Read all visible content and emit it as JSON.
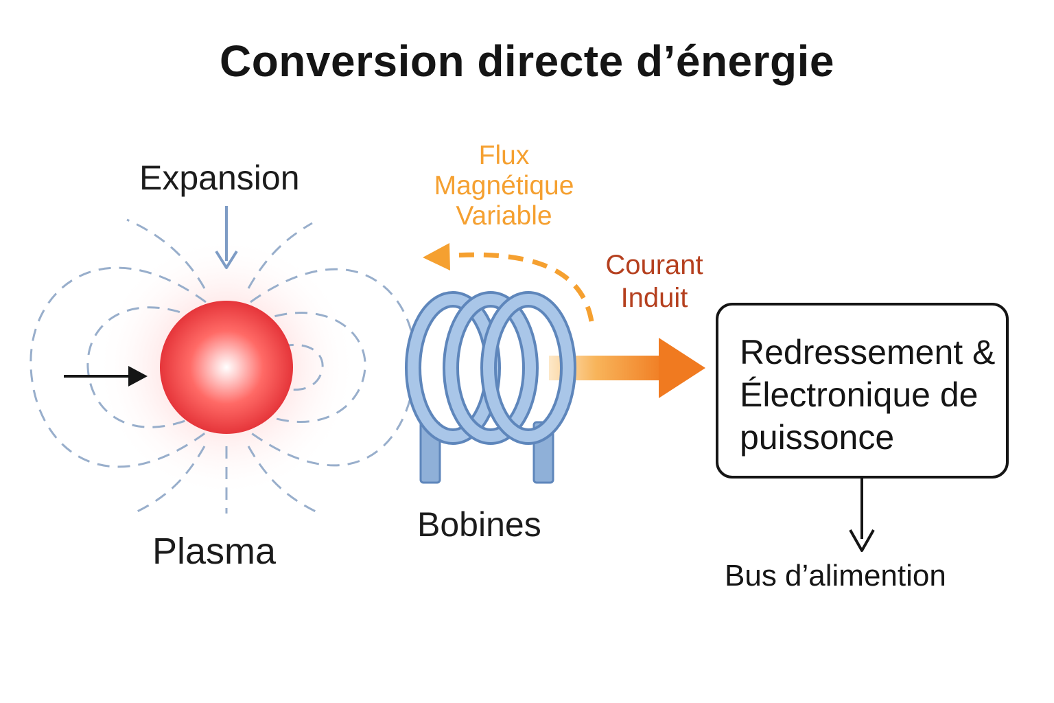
{
  "title": "Conversion directe d’énergie",
  "labels": {
    "expansion": "Expansion",
    "plasma": "Plasma",
    "bobines": "Bobines",
    "flux": "Flux Magnétique Variable",
    "courant": "Courant Induit",
    "box": "Redressement & Électronique de puissonce",
    "bus": "Bus d’alimention"
  },
  "colors": {
    "flux": "#F5A030",
    "courant": "#B5401F",
    "plasma": "#E8393A",
    "coil": "#7FA6D4",
    "field_lines": "#98AECB",
    "output_arrow": "#F07A20",
    "text": "#151515"
  }
}
